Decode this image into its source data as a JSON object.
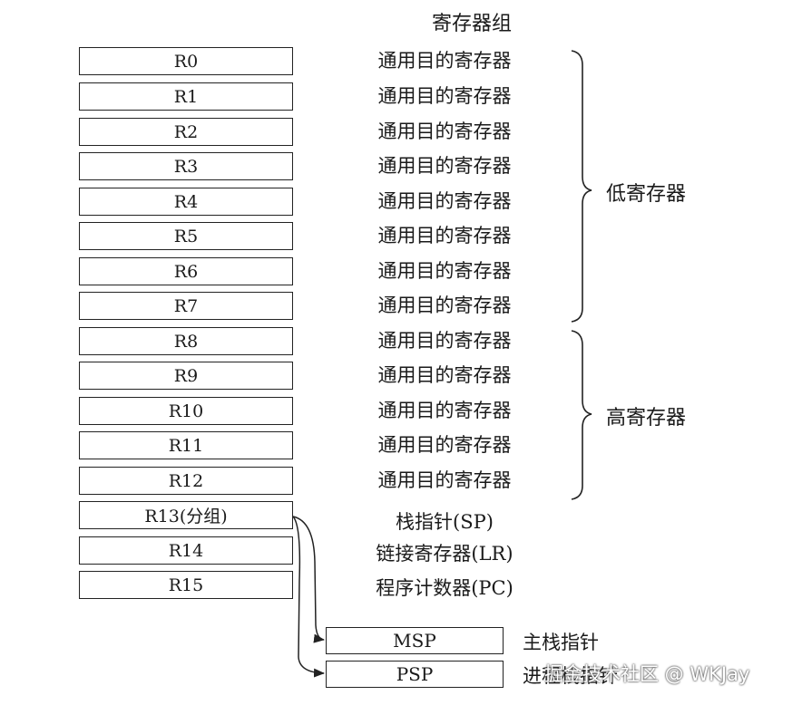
{
  "title": "寄存器组",
  "registers": [
    {
      "name": "R0",
      "desc": "通用目的寄存器"
    },
    {
      "name": "R1",
      "desc": "通用目的寄存器"
    },
    {
      "name": "R2",
      "desc": "通用目的寄存器"
    },
    {
      "name": "R3",
      "desc": "通用目的寄存器"
    },
    {
      "name": "R4",
      "desc": "通用目的寄存器"
    },
    {
      "name": "R5",
      "desc": "通用目的寄存器"
    },
    {
      "name": "R6",
      "desc": "通用目的寄存器"
    },
    {
      "name": "R7",
      "desc": "通用目的寄存器"
    },
    {
      "name": "R8",
      "desc": "通用目的寄存器"
    },
    {
      "name": "R9",
      "desc": "通用目的寄存器"
    },
    {
      "name": "R10",
      "desc": "通用目的寄存器"
    },
    {
      "name": "R11",
      "desc": "通用目的寄存器"
    },
    {
      "name": "R12",
      "desc": "通用目的寄存器"
    },
    {
      "name": "R13(分组)",
      "desc": "栈指针(SP)"
    },
    {
      "name": "R14",
      "desc": "链接寄存器(LR)"
    },
    {
      "name": "R15",
      "desc": "程序计数器(PC)"
    }
  ],
  "groups": {
    "low": "低寄存器",
    "high": "高寄存器"
  },
  "banked": [
    {
      "name": "MSP",
      "label": "主栈指针"
    },
    {
      "name": "PSP",
      "label": "进程栈指针"
    }
  ],
  "watermark": "掘金技术社区 @ WKJay"
}
